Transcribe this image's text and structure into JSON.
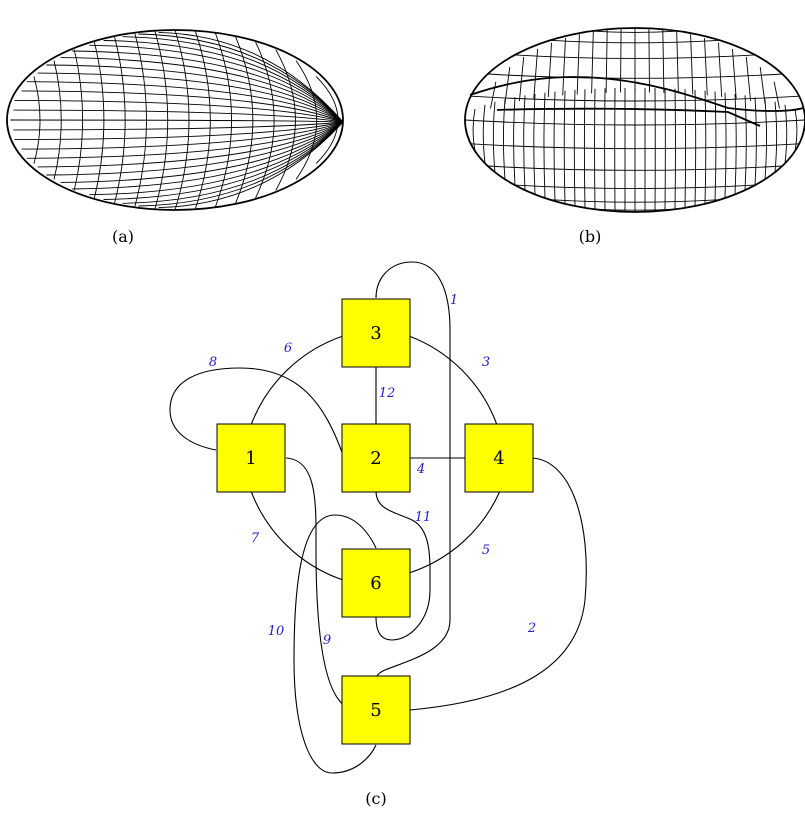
{
  "panels": [
    {
      "id": "a",
      "caption": "(a)"
    },
    {
      "id": "b",
      "caption": "(b)"
    },
    {
      "id": "c",
      "caption": "(c)"
    }
  ],
  "graph": {
    "node_fill": "#ffff00",
    "edge_label_color": "#1c1ccc",
    "nodes": [
      {
        "id": "1",
        "label": "1"
      },
      {
        "id": "2",
        "label": "2"
      },
      {
        "id": "3",
        "label": "3"
      },
      {
        "id": "4",
        "label": "4"
      },
      {
        "id": "5",
        "label": "5"
      },
      {
        "id": "6",
        "label": "6"
      }
    ],
    "edges": [
      {
        "label": "1",
        "from": "3",
        "to": "5"
      },
      {
        "label": "2",
        "from": "4",
        "to": "5"
      },
      {
        "label": "3",
        "from": "3",
        "to": "4"
      },
      {
        "label": "4",
        "from": "2",
        "to": "4"
      },
      {
        "label": "5",
        "from": "4",
        "to": "6"
      },
      {
        "label": "6",
        "from": "1",
        "to": "3"
      },
      {
        "label": "7",
        "from": "1",
        "to": "6"
      },
      {
        "label": "8",
        "from": "1",
        "to": "2"
      },
      {
        "label": "9",
        "from": "1",
        "to": "5"
      },
      {
        "label": "10",
        "from": "5",
        "to": "6"
      },
      {
        "label": "11",
        "from": "2",
        "to": "6"
      },
      {
        "label": "12",
        "from": "2",
        "to": "3"
      }
    ]
  }
}
